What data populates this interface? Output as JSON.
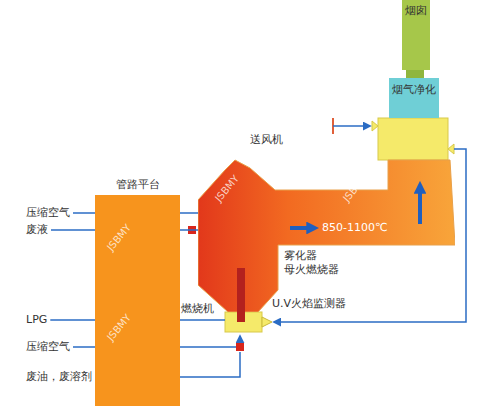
{
  "diagram": {
    "nodes": [
      {
        "text": [
          "烟囱"
        ]
      },
      {
        "text": [
          "烟气净化"
        ]
      },
      {
        "text": [
          "管路平台"
        ]
      },
      {
        "text": [
          "850-1100℃"
        ]
      }
    ],
    "edges": [
      {
        "from": 2,
        "to": 3,
        "arrow": "none"
      },
      {
        "from": 2,
        "to": 3,
        "arrow": "none"
      }
    ],
    "labels": [
      "送风机",
      "雾化器",
      "母火燃烧器",
      "U.V火焰监测器",
      "燃烧机",
      "压缩空气",
      "废液",
      "LPG",
      "压缩空气",
      "废油，废溶剂",
      "JSBMY",
      "JSBMY",
      "JSBMY",
      "JSBMY"
    ]
  }
}
